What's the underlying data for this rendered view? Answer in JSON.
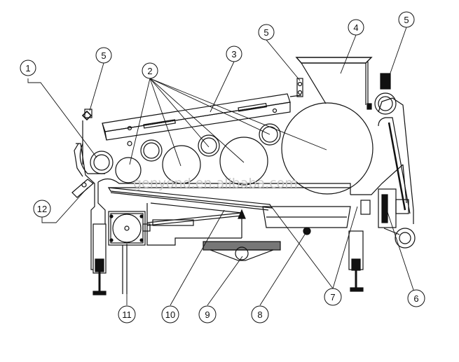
{
  "callouts": {
    "c1": "1",
    "c2": "2",
    "c3": "3",
    "c4": "4",
    "c5a": "5",
    "c5b": "5",
    "c5c": "5",
    "c6": "6",
    "c7": "7",
    "c8": "8",
    "c9": "9",
    "c10": "10",
    "c11": "11",
    "c12": "12"
  },
  "watermark": "genyond.en.alibaba.com",
  "colors": {
    "line": "#111111",
    "watermark": "#c9c9c9",
    "background": "#ffffff"
  }
}
